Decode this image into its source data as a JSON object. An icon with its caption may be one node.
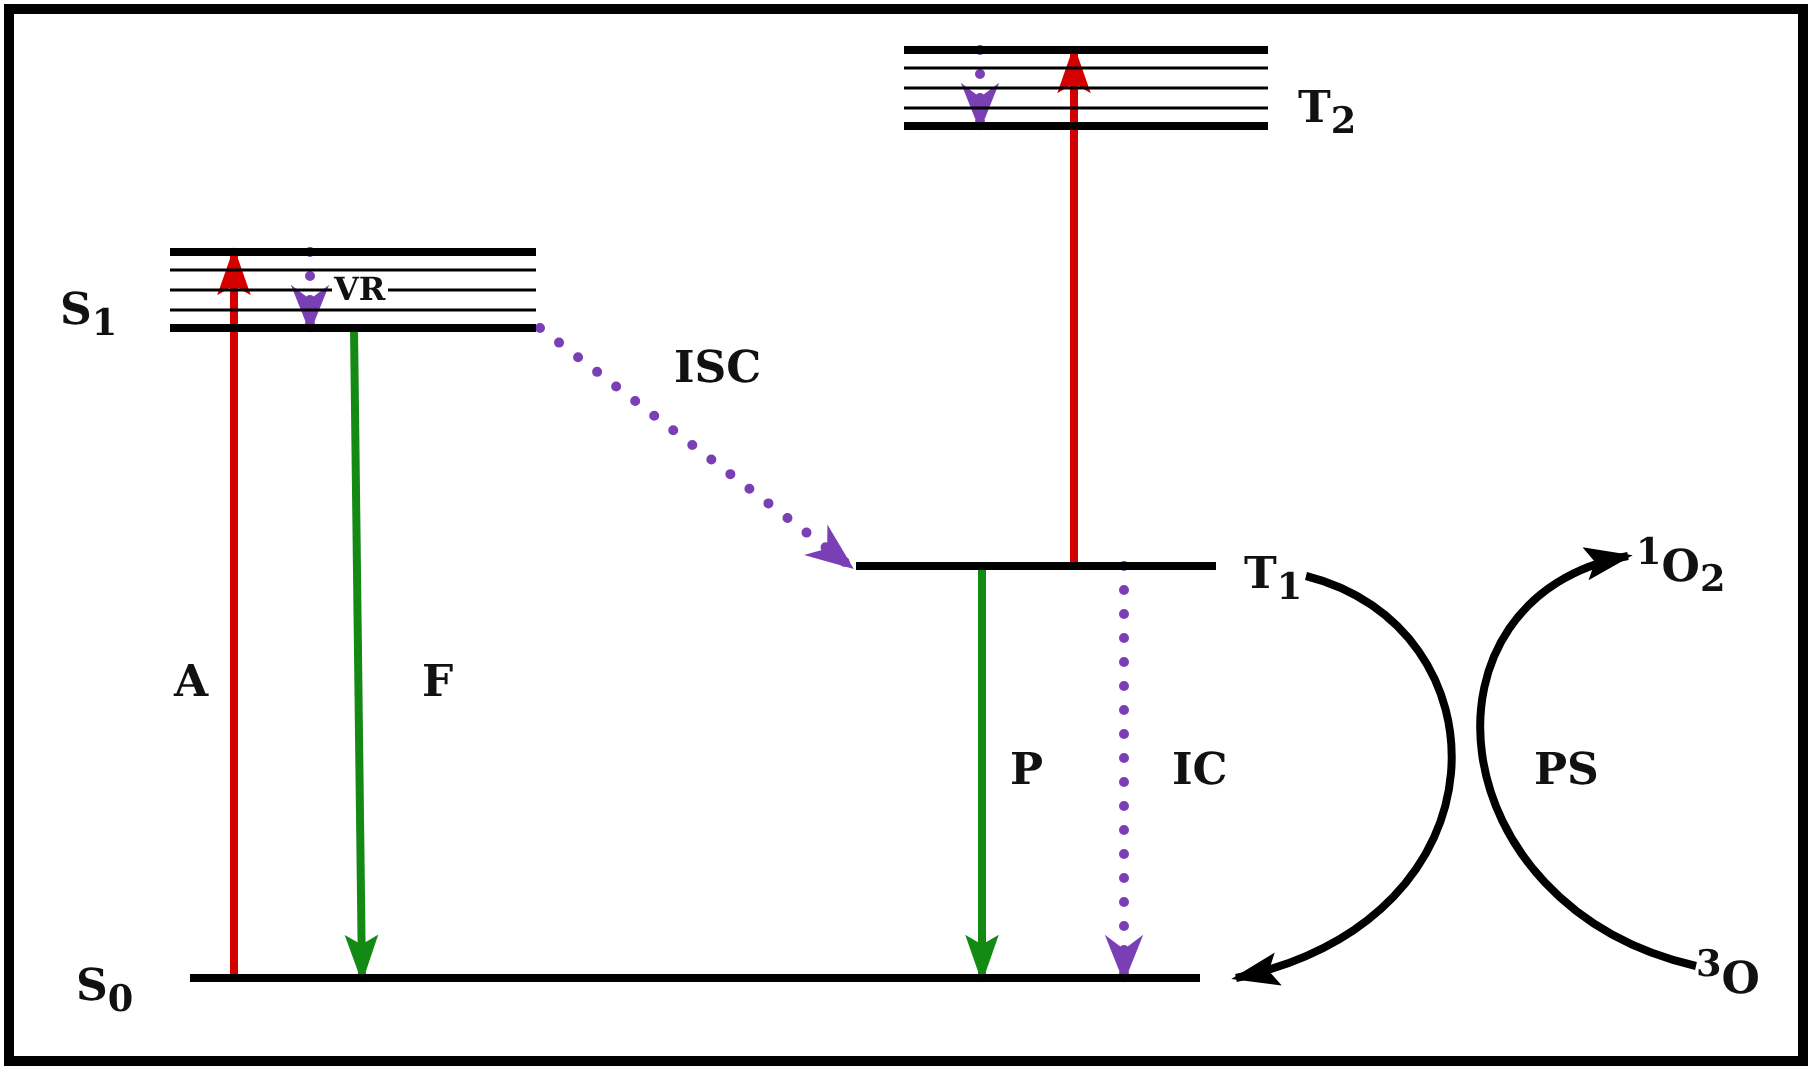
{
  "diagram": {
    "nodes": [
      {
        "text": [
          "S$_{1}$"
        ]
      },
      {
        "text": [
          "T$_{2}$"
        ]
      },
      {
        "text": [
          "T$_{1}$"
        ]
      },
      {
        "text": [
          "S$_{0}$"
        ]
      },
      {
        "text": [
          "$^{1}$O$_{2}$"
        ]
      },
      {
        "text": [
          "$^{3}$O"
        ]
      }
    ],
    "edges": [
      {
        "from": 3,
        "to": 0,
        "arrow": "to",
        "label": "A",
        "color": "#d40000"
      },
      {
        "from": 0,
        "to": 3,
        "arrow": "to",
        "label": "F",
        "color": "#138a13"
      },
      {
        "from": 0,
        "to": 0,
        "arrow": "to",
        "label": "VR",
        "style": "dashed",
        "color": "#7a3fb5"
      },
      {
        "from": 0,
        "to": 2,
        "arrow": "to",
        "label": "ISC",
        "style": "dashed",
        "color": "#7a3fb5"
      },
      {
        "from": 2,
        "to": 1,
        "arrow": "to",
        "color": "#d40000"
      },
      {
        "from": 1,
        "to": 1,
        "arrow": "to",
        "style": "dashed",
        "color": "#7a3fb5"
      },
      {
        "from": 2,
        "to": 3,
        "arrow": "to",
        "label": "P",
        "color": "#138a13"
      },
      {
        "from": 2,
        "to": 3,
        "arrow": "to",
        "label": "IC",
        "style": "dashed",
        "color": "#7a3fb5"
      },
      {
        "from": 2,
        "to": 3,
        "arrow": "to",
        "color": "#000000"
      },
      {
        "from": 5,
        "to": 4,
        "arrow": "to",
        "color": "#000000"
      }
    ],
    "labels": [
      "PS"
    ]
  }
}
